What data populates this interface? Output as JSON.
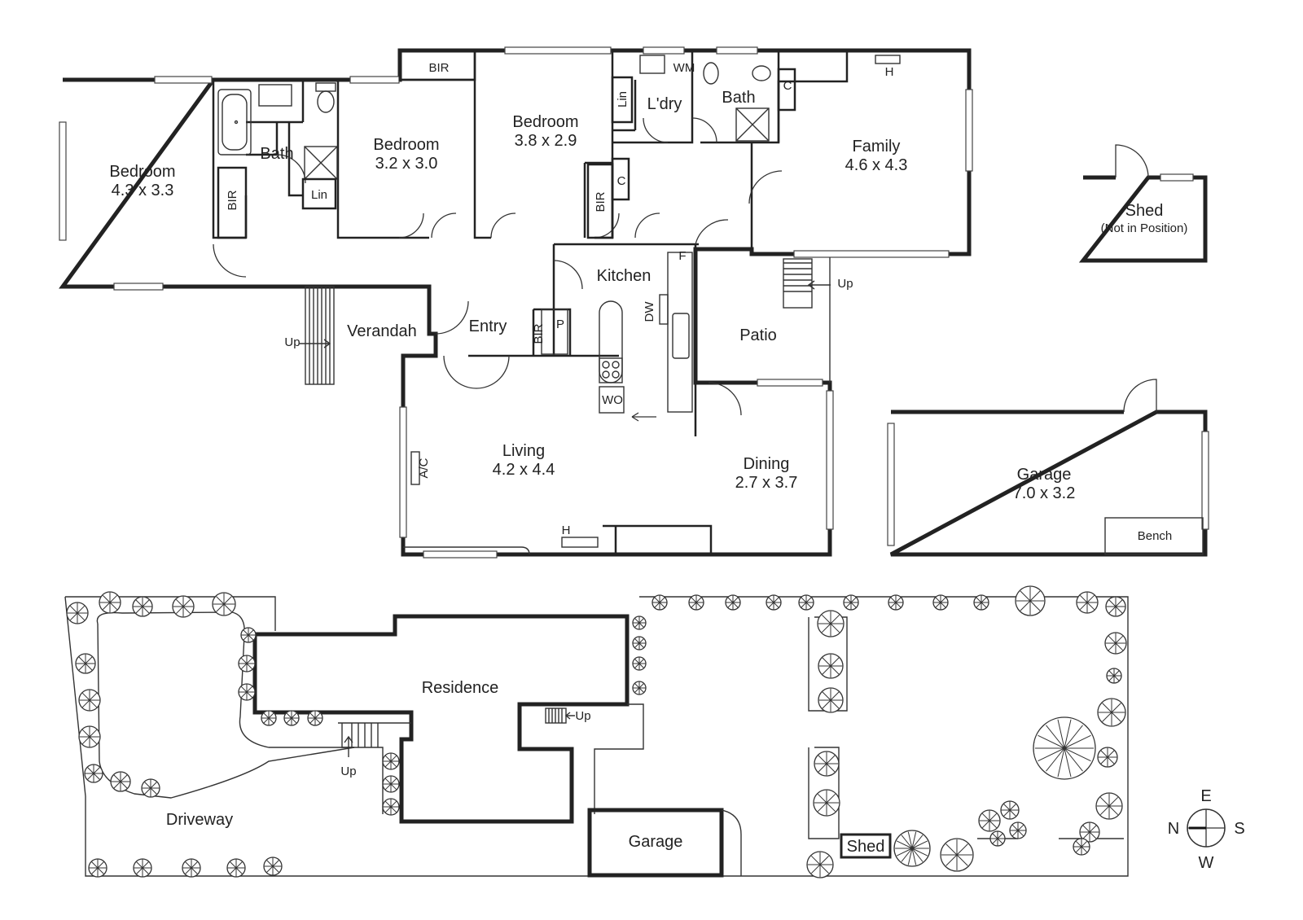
{
  "rooms": {
    "bedroom1": {
      "name": "Bedroom",
      "size": "4.3 x 3.3"
    },
    "bedroom2": {
      "name": "Bedroom",
      "size": "3.2 x 3.0"
    },
    "bedroom3": {
      "name": "Bedroom",
      "size": "3.8 x 2.9"
    },
    "family": {
      "name": "Family",
      "size": "4.6 x 4.3"
    },
    "living": {
      "name": "Living",
      "size": "4.2 x 4.4"
    },
    "dining": {
      "name": "Dining",
      "size": "2.7 x 3.7"
    },
    "garage": {
      "name": "Garage",
      "size": "7.0 x 3.2"
    },
    "kitchen": "Kitchen",
    "entry": "Entry",
    "verandah": "Verandah",
    "patio": "Patio",
    "laundry": "L'dry",
    "bath1": "Bath",
    "bath2": "Bath",
    "shed": {
      "name": "Shed",
      "note": "(Not in Position)"
    }
  },
  "fixtures": {
    "bir": "BIR",
    "lin": "Lin",
    "wm": "WM",
    "c": "C",
    "h": "H",
    "f": "F",
    "dw": "DW",
    "p": "P",
    "wo": "WO",
    "ac": "A/C",
    "bench": "Bench",
    "up": "Up"
  },
  "site": {
    "residence": "Residence",
    "driveway": "Driveway",
    "garage": "Garage",
    "shed": "Shed",
    "up": "Up"
  },
  "compass": {
    "n": "N",
    "e": "E",
    "s": "S",
    "w": "W"
  }
}
